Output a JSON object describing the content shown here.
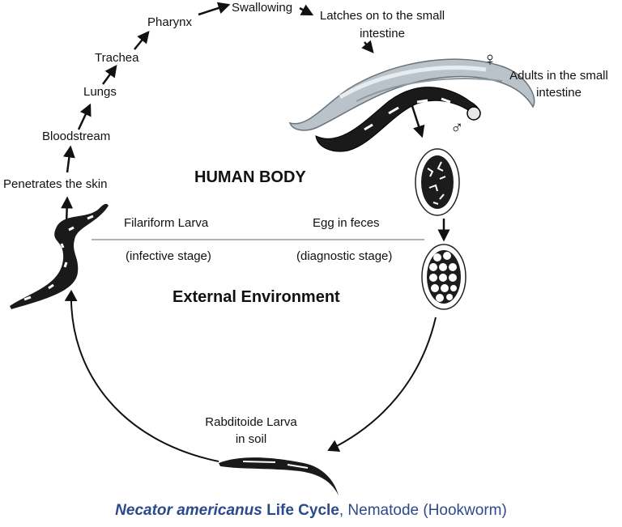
{
  "labels": {
    "swallowing": "Swallowing",
    "pharynx": "Pharynx",
    "trachea": "Trachea",
    "lungs": "Lungs",
    "bloodstream": "Bloodstream",
    "penetrates": "Penetrates the skin",
    "latches_line1": "Latches on to the small",
    "latches_line2": "intestine",
    "adults_line1": "Adults in the small",
    "adults_line2": "intestine",
    "human_body": "HUMAN BODY",
    "external_environment": "External Environment",
    "filariform": "Filariform Larva",
    "infective": "(infective stage)",
    "egg_feces": "Egg in feces",
    "diagnostic": "(diagnostic stage)",
    "rabditoide_line1": "Rabditoide Larva",
    "rabditoide_line2": "in soil",
    "female_symbol": "♀",
    "male_symbol": "♂"
  },
  "caption": {
    "species": "Necator americanus",
    "life_cycle": "Life Cycle",
    "rest": ", Nematode (Hookworm)"
  },
  "colors": {
    "caption": "#2b4a8b",
    "worm_dark": "#1a1a1a",
    "worm_light": "#b9c3c9"
  }
}
